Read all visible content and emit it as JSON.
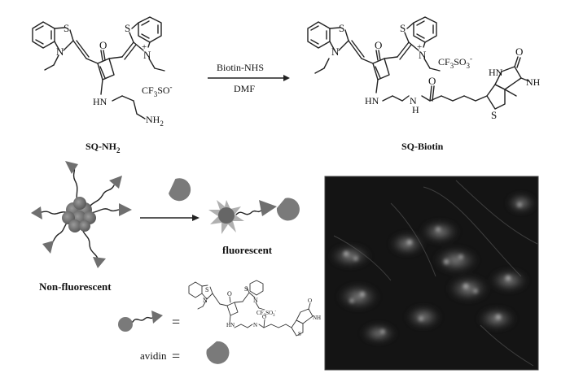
{
  "reaction": {
    "reagent": "Biotin-NHS",
    "solvent": "DMF",
    "reactant_name": "SQ-NH",
    "reactant_sub": "2",
    "product_name": "SQ-Biotin",
    "counterion": "CF",
    "counterion_sub": "3",
    "counterion_tail": "SO",
    "counterion_sub2": "3",
    "counterion_charge": "-"
  },
  "atoms": {
    "S": "S",
    "N": "N",
    "O": "O",
    "HN": "HN",
    "NH": "NH",
    "NH2": "NH",
    "NH2_sub": "2",
    "H": "H",
    "plus": "+"
  },
  "scheme": {
    "non_fluorescent": "Non-fluorescent",
    "fluorescent": "fluorescent",
    "equals": "=",
    "avidin": "avidin"
  },
  "colors": {
    "gray_fill": "#7a7a7a",
    "dark_fill": "#555555",
    "micrograph_bg": "#141414",
    "cell_glow": "#9a9a9a"
  }
}
